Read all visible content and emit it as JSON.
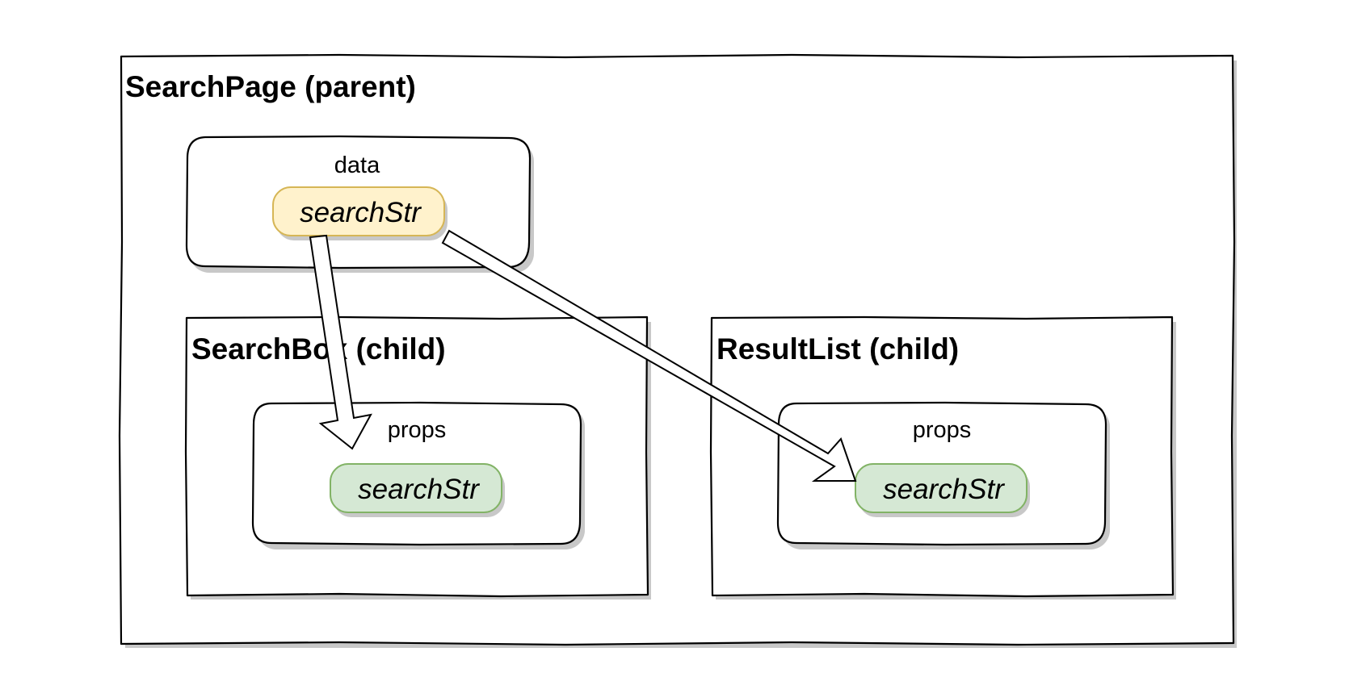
{
  "colors": {
    "data_pill_fill": "#fff2cc",
    "data_pill_stroke": "#d6b656",
    "props_pill_fill": "#d5e8d4",
    "props_pill_stroke": "#82b366"
  },
  "diagram": {
    "parent": {
      "title": "SearchPage (parent)",
      "data_box": {
        "label": "data",
        "item": "searchStr"
      }
    },
    "children": [
      {
        "title": "SearchBox (child)",
        "props_box": {
          "label": "props",
          "item": "searchStr"
        }
      },
      {
        "title": "ResultList (child)",
        "props_box": {
          "label": "props",
          "item": "searchStr"
        }
      }
    ],
    "edges": [
      {
        "from": "parent.data.searchStr",
        "to": "SearchBox.props.searchStr"
      },
      {
        "from": "parent.data.searchStr",
        "to": "ResultList.props.searchStr"
      }
    ]
  }
}
